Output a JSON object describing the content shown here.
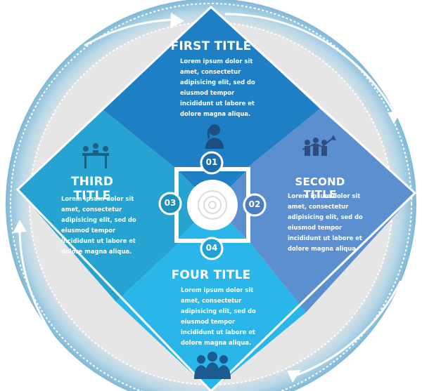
{
  "colors": {
    "panel_1": "#1f7fc4",
    "panel_2": "#5b8fd0",
    "panel_3": "#26a3d0",
    "panel_4": "#2bb6ea",
    "ring": "#8fc4dd",
    "ring_light": "#e2e2e2"
  },
  "panels": [
    {
      "number": "01",
      "title": "FIRST TITLE",
      "body": "Lorem ipsum dolor sit\namet, consectetur\nadipisicing elit, sed do\neiusmod tempor\nincididunt ut labore et\ndolore magna aliqua.",
      "icon": "businesswoman-icon"
    },
    {
      "number": "02",
      "title": "SECOND TITLE",
      "body": "Lorem ipsum dolor sit\namet, consectetur\nadipisicing elit, sed do\neiusmod tempor\nincididunt ut labore et\ndolore magna aliqua.",
      "icon": "growth-chart-team-icon"
    },
    {
      "number": "03",
      "title": "THIRD TITLE",
      "body": "Lorem ipsum dolor sit\namet, consectetur\nadipisicing elit, sed do\neiusmod tempor\nincididunt ut labore et\ndolore magna aliqua.",
      "icon": "meeting-table-icon"
    },
    {
      "number": "04",
      "title": "FOUR TITLE",
      "body": "Lorem ipsum dolor sit\namet, consectetur\nadipisicing elit, sed do\neiusmod tempor\nincididunt ut labore et\ndolore magna aliqua.",
      "icon": "team-group-icon"
    }
  ]
}
